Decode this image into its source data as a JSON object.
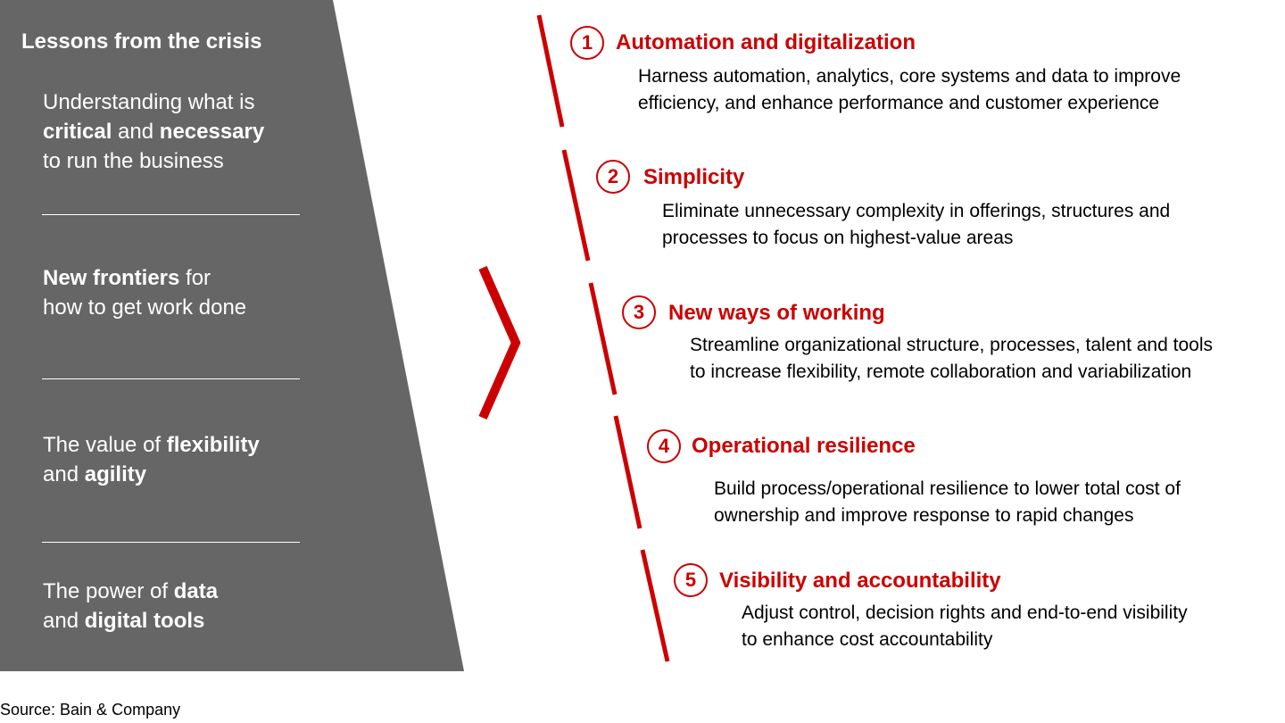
{
  "lessons": {
    "title": "Lessons from the crisis",
    "items": [
      {
        "parts": [
          {
            "t": "Understanding what is",
            "b": false
          },
          {
            "br": true
          },
          {
            "t": "critical",
            "b": true
          },
          {
            "t": " and ",
            "b": false
          },
          {
            "t": "necessary",
            "b": true
          },
          {
            "br": true
          },
          {
            "t": "to run the business",
            "b": false
          }
        ]
      },
      {
        "parts": [
          {
            "t": "New frontiers",
            "b": true
          },
          {
            "t": " for",
            "b": false
          },
          {
            "br": true
          },
          {
            "t": "how to get work done",
            "b": false
          }
        ]
      },
      {
        "parts": [
          {
            "t": "The value of ",
            "b": false
          },
          {
            "t": "flexibility",
            "b": true
          },
          {
            "br": true
          },
          {
            "t": "and ",
            "b": false
          },
          {
            "t": "agility",
            "b": true
          }
        ]
      },
      {
        "parts": [
          {
            "t": "The power of ",
            "b": false
          },
          {
            "t": "data",
            "b": true
          },
          {
            "br": true
          },
          {
            "t": "and ",
            "b": false
          },
          {
            "t": "digital tools",
            "b": true
          }
        ]
      }
    ]
  },
  "priorities": [
    {
      "num": "1",
      "title": "Automation and digitalization",
      "desc": [
        "Harness automation, analytics, core systems and data to improve",
        "efficiency, and enhance performance and customer experience"
      ]
    },
    {
      "num": "2",
      "title": "Simplicity",
      "desc": [
        "Eliminate unnecessary complexity in offerings, structures and",
        "processes to focus on highest-value areas"
      ]
    },
    {
      "num": "3",
      "title": "New ways of working",
      "desc": [
        "Streamline organizational structure, processes, talent and tools",
        "to increase flexibility, remote collaboration and variabilization"
      ]
    },
    {
      "num": "4",
      "title": "Operational resilience",
      "desc": [
        "Build process/operational resilience to lower total cost of",
        "ownership and improve response to rapid changes"
      ]
    },
    {
      "num": "5",
      "title": "Visibility and accountability",
      "desc": [
        "Adjust control, decision rights and end-to-end visibility",
        "to enhance cost accountability"
      ]
    }
  ],
  "source": "Source: Bain & Company",
  "colors": {
    "accent": "#cc0000",
    "panel": "#666666"
  }
}
